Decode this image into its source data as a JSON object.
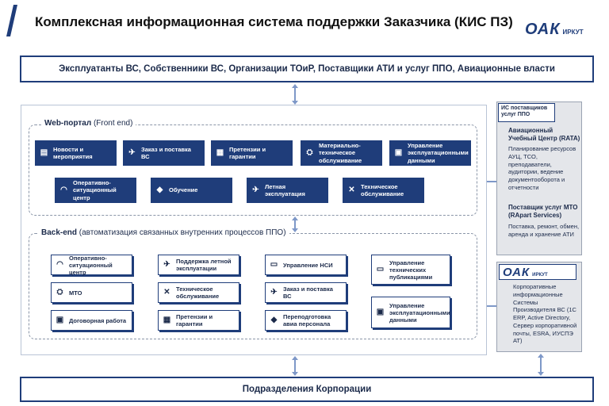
{
  "header": {
    "title": "Комплексная информационная система поддержки Заказчика (КИС ПЗ)",
    "logo_main": "ОАК",
    "logo_sub": "ИРКУТ",
    "accent_color": "#1f3d7a"
  },
  "top_bar": "Эксплуатанты  ВС, Собственники ВС, Организации ТОиР, Поставщики АТИ и услуг ППО, Авиационные власти",
  "bottom_bar": "Подразделения Корпорации",
  "web_portal": {
    "label_bold": "Web-портал",
    "label_rest": " (Front end)",
    "tiles": [
      {
        "label": "Новости и мероприятия",
        "icon": "news-icon"
      },
      {
        "label": "Заказ и поставка ВС",
        "icon": "airplane-icon"
      },
      {
        "label": "Претензии и гарантии",
        "icon": "document-icon"
      },
      {
        "label": "Материально-техническое обслуживание",
        "icon": "parts-icon"
      },
      {
        "label": "Управление эксплуатационными данными",
        "icon": "data-doc-icon"
      },
      {
        "label": "Оперативно-ситуационный центр",
        "icon": "headset-icon"
      },
      {
        "label": "Обучение",
        "icon": "graduation-cap-icon"
      },
      {
        "label": "Летная эксплуатация",
        "icon": "takeoff-icon"
      },
      {
        "label": "Техническое обслуживание",
        "icon": "tools-icon"
      }
    ]
  },
  "back_end": {
    "label_bold": "Back-end",
    "label_rest": " (автоматизация связанных внутренних процессов ППО)",
    "boxes": [
      {
        "label": "Оперативно-ситуационный центр",
        "icon": "headset-icon"
      },
      {
        "label": "МТО",
        "icon": "parts-icon"
      },
      {
        "label": "Договорная работа",
        "icon": "contract-icon"
      },
      {
        "label": "Поддержка летной эксплуатации",
        "icon": "takeoff-icon"
      },
      {
        "label": "Техническое обслуживание",
        "icon": "tools-icon"
      },
      {
        "label": "Претензии и гарантии",
        "icon": "document-icon"
      },
      {
        "label": "Управление НСИ",
        "icon": "folders-icon"
      },
      {
        "label": "Заказ и поставка ВС",
        "icon": "airplane-icon"
      },
      {
        "label": "Переподготовка авиа персонала",
        "icon": "graduation-cap-icon"
      },
      {
        "label": "Управление технических публикациями",
        "icon": "monitor-icon"
      },
      {
        "label": "Управление эксплуатационными данными",
        "icon": "data-doc-icon"
      }
    ]
  },
  "ppo_panel": {
    "header": "ИС поставщиков услуг ППО",
    "rata_title": "Авиационный Учебный Центр (RATA)",
    "rata_text": "Планирование ресурсов АУЦ, ТСО, преподаватели, аудитории, ведение документооборота  и отчетности",
    "mto_title": "Поставщик услуг МТО (RApart Services)",
    "mto_text": "Поставка, ремонт, обмен, аренда и хранение АТИ"
  },
  "corp_panel": {
    "logo_main": "ОАК",
    "logo_sub": "ИРКУТ",
    "text": "Корпоративные информационные Системы Производителя ВС (1С ERP, Active Directory, Сервер корпоративной почты, ESRA, ИУСПЭ АТ)"
  }
}
